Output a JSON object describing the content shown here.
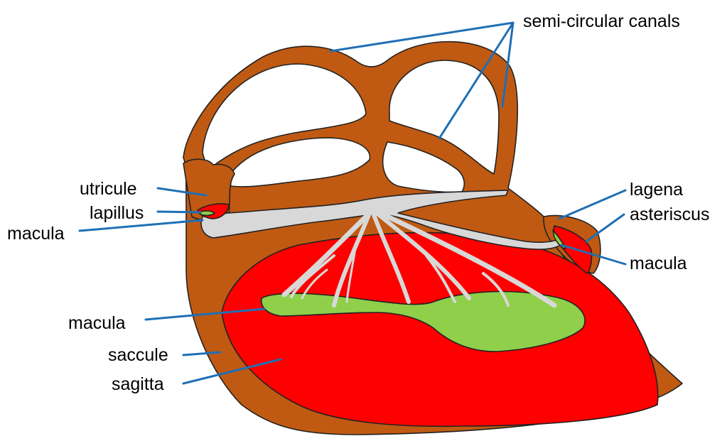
{
  "labels": {
    "semicircular_canals": "semi-circular canals",
    "utricule": "utricule",
    "lapillus": "lapillus",
    "macula_utricule": "macula",
    "lagena": "lagena",
    "asteriscus": "asteriscus",
    "macula_lagena": "macula",
    "macula_saccule": "macula",
    "saccule": "saccule",
    "sagitta": "sagitta"
  },
  "colors": {
    "tissue": "#c05a12",
    "otolith": "#ff0000",
    "macula": "#8fcf4a",
    "nerve": "#d8d8d8",
    "leader": "#1f6fb5",
    "outline": "#222222"
  }
}
